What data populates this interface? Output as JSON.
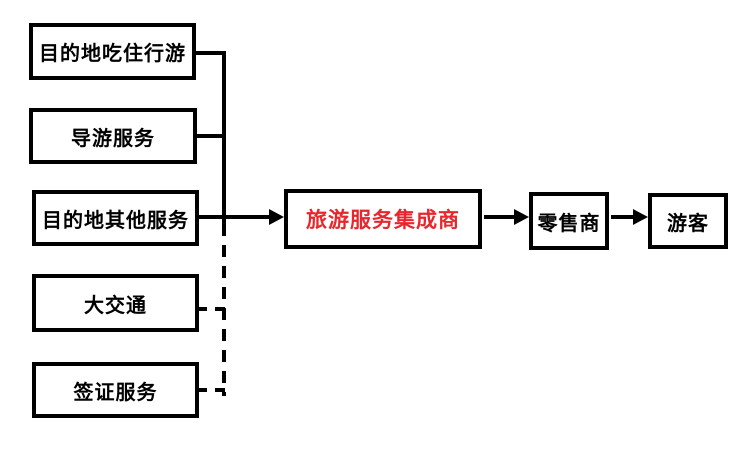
{
  "diagram": {
    "suppliers": [
      {
        "label": "目的地吃住行游",
        "connector": "solid"
      },
      {
        "label": "导游服务",
        "connector": "solid"
      },
      {
        "label": "目的地其他服务",
        "connector": "solid"
      },
      {
        "label": "大交通",
        "connector": "dashed"
      },
      {
        "label": "签证服务",
        "connector": "dashed"
      }
    ],
    "integrator": {
      "label": "旅游服务集成商"
    },
    "retailer": {
      "label": "零售商"
    },
    "tourist": {
      "label": "游客"
    },
    "colors": {
      "line": "#000000",
      "background": "#ffffff",
      "integrator_text": "#e8262d"
    }
  }
}
